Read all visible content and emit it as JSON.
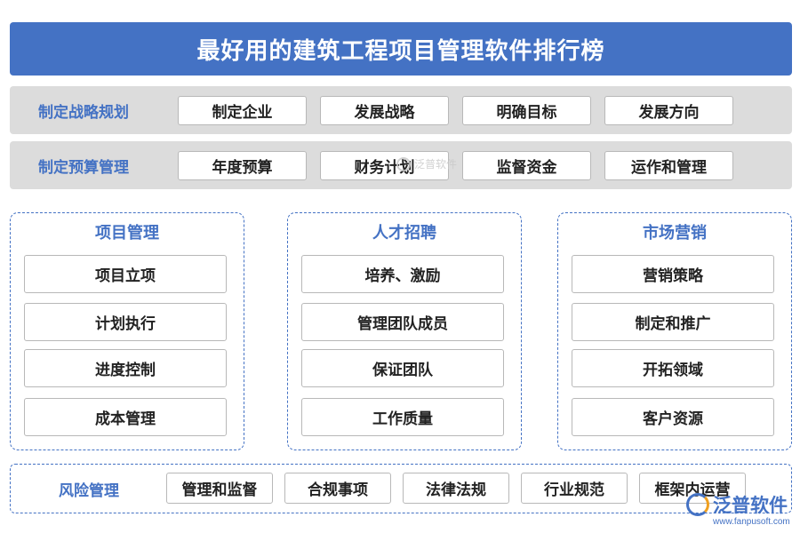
{
  "title": "最好用的建筑工程项目管理软件排行榜",
  "strategy": {
    "label": "制定战略规划",
    "items": [
      "制定企业",
      "发展战略",
      "明确目标",
      "发展方向"
    ]
  },
  "budget": {
    "label": "制定预算管理",
    "items": [
      "年度预算",
      "财务计划",
      "监督资金",
      "运作和管理"
    ]
  },
  "panels": [
    {
      "title": "项目管理",
      "items": [
        "项目立项",
        "计划执行",
        "进度控制",
        "成本管理"
      ]
    },
    {
      "title": "人才招聘",
      "items": [
        "培养、激励",
        "管理团队成员",
        "保证团队",
        "工作质量"
      ]
    },
    {
      "title": "市场营销",
      "items": [
        "营销策略",
        "制定和推广",
        "开拓领域",
        "客户资源"
      ]
    }
  ],
  "risk": {
    "label": "风险管理",
    "items": [
      "管理和监督",
      "合规事项",
      "法律法规",
      "行业规范",
      "框架内运营"
    ]
  },
  "watermark": {
    "center_text": "泛普软件",
    "corner_name": "泛普软件",
    "corner_url": "www.fanpusoft.com",
    "logo_icon": "fanpu-logo-icon",
    "accent": "#4472c4"
  }
}
